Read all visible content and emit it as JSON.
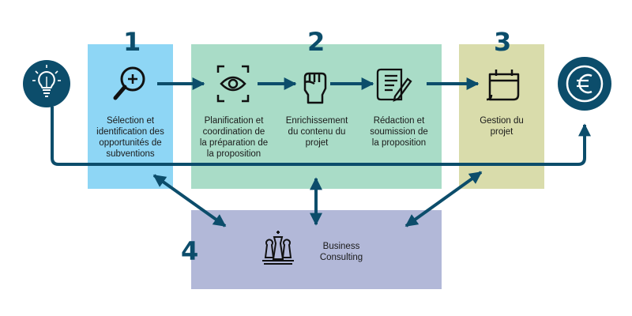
{
  "colors": {
    "stage1": "#8ed6f5",
    "stage2": "#a9dcc7",
    "stage3": "#d9dcab",
    "stage4": "#b2b8d8",
    "dark": "#0c4d6b",
    "ink": "#1a1a1a"
  },
  "stages": {
    "s1": {
      "number": "1",
      "label_lines": [
        "Sélection et",
        "identification des",
        "opportunités de",
        "subventions"
      ],
      "icon": "magnifier-plus-icon"
    },
    "s2": {
      "number": "2",
      "steps": [
        {
          "label_lines": [
            "Planification et",
            "coordination de",
            "la préparation de",
            "la proposition"
          ],
          "icon": "eye-frame-icon"
        },
        {
          "label_lines": [
            "Enrichissement",
            "du contenu du",
            "projet"
          ],
          "icon": "raised-fist-icon"
        },
        {
          "label_lines": [
            "Rédaction et",
            "soumission de",
            "la proposition"
          ],
          "icon": "document-pen-icon"
        }
      ]
    },
    "s3": {
      "number": "3",
      "label_lines": [
        "Gestion du",
        "projet"
      ],
      "icon": "calendar-icon"
    },
    "s4": {
      "number": "4",
      "label_lines": [
        "Business",
        "Consulting"
      ],
      "icon": "chess-pieces-icon"
    }
  },
  "endpoints": {
    "start_icon": "lightbulb-icon",
    "end_icon": "euro-icon"
  }
}
